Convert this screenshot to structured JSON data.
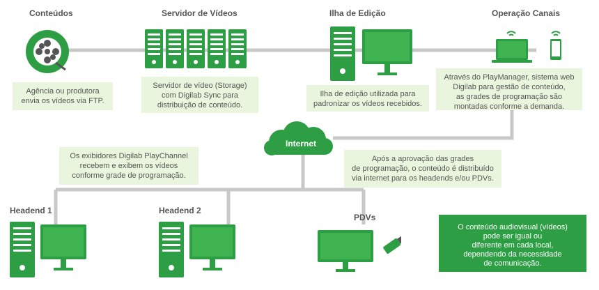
{
  "nodes": {
    "conteudos": {
      "title": "Conteúdos",
      "caption": "Agência ou produtora\nenvia os vídeos via FTP."
    },
    "servidor": {
      "title": "Servidor de Vídeos",
      "caption": "Servidor de vídeo (Storage)\ncom Digilab Sync para\ndistribuição de conteúdo."
    },
    "ilha": {
      "title": "Ilha de Edição",
      "caption": "Ilha de edição utilizada para\npadronizar os vídeos recebidos."
    },
    "operacao": {
      "title": "Operação Canais",
      "caption": "Através do PlayManager, sistema web\nDigilab para gestão de conteúdo,\nas grades de programação são\nmontadas conforme a demanda."
    },
    "internet": {
      "label": "Internet",
      "caption": "Após a aprovação das grades\nde programação, o conteúdo é distribuído\nvia internet para os headends e/ou PDVs."
    },
    "exibidores": {
      "caption": "Os exibidores Digilab PlayChannel\nrecebem e exibem os vídeos\nconforme grade de programação."
    },
    "headend1": {
      "title": "Headend 1"
    },
    "headend2": {
      "title": "Headend 2"
    },
    "pdvs": {
      "title": "PDVs"
    },
    "nota": {
      "text": "O conteúdo audiovisual (vídeos)\npode ser igual ou\ndiferente em cada local,\ndependendo da necessidade\nde comunicação."
    }
  },
  "colors": {
    "green": "#2e9e45",
    "green_light": "#3fb350",
    "caption_bg": "#e9f5dc",
    "line": "#c8c8c8"
  }
}
